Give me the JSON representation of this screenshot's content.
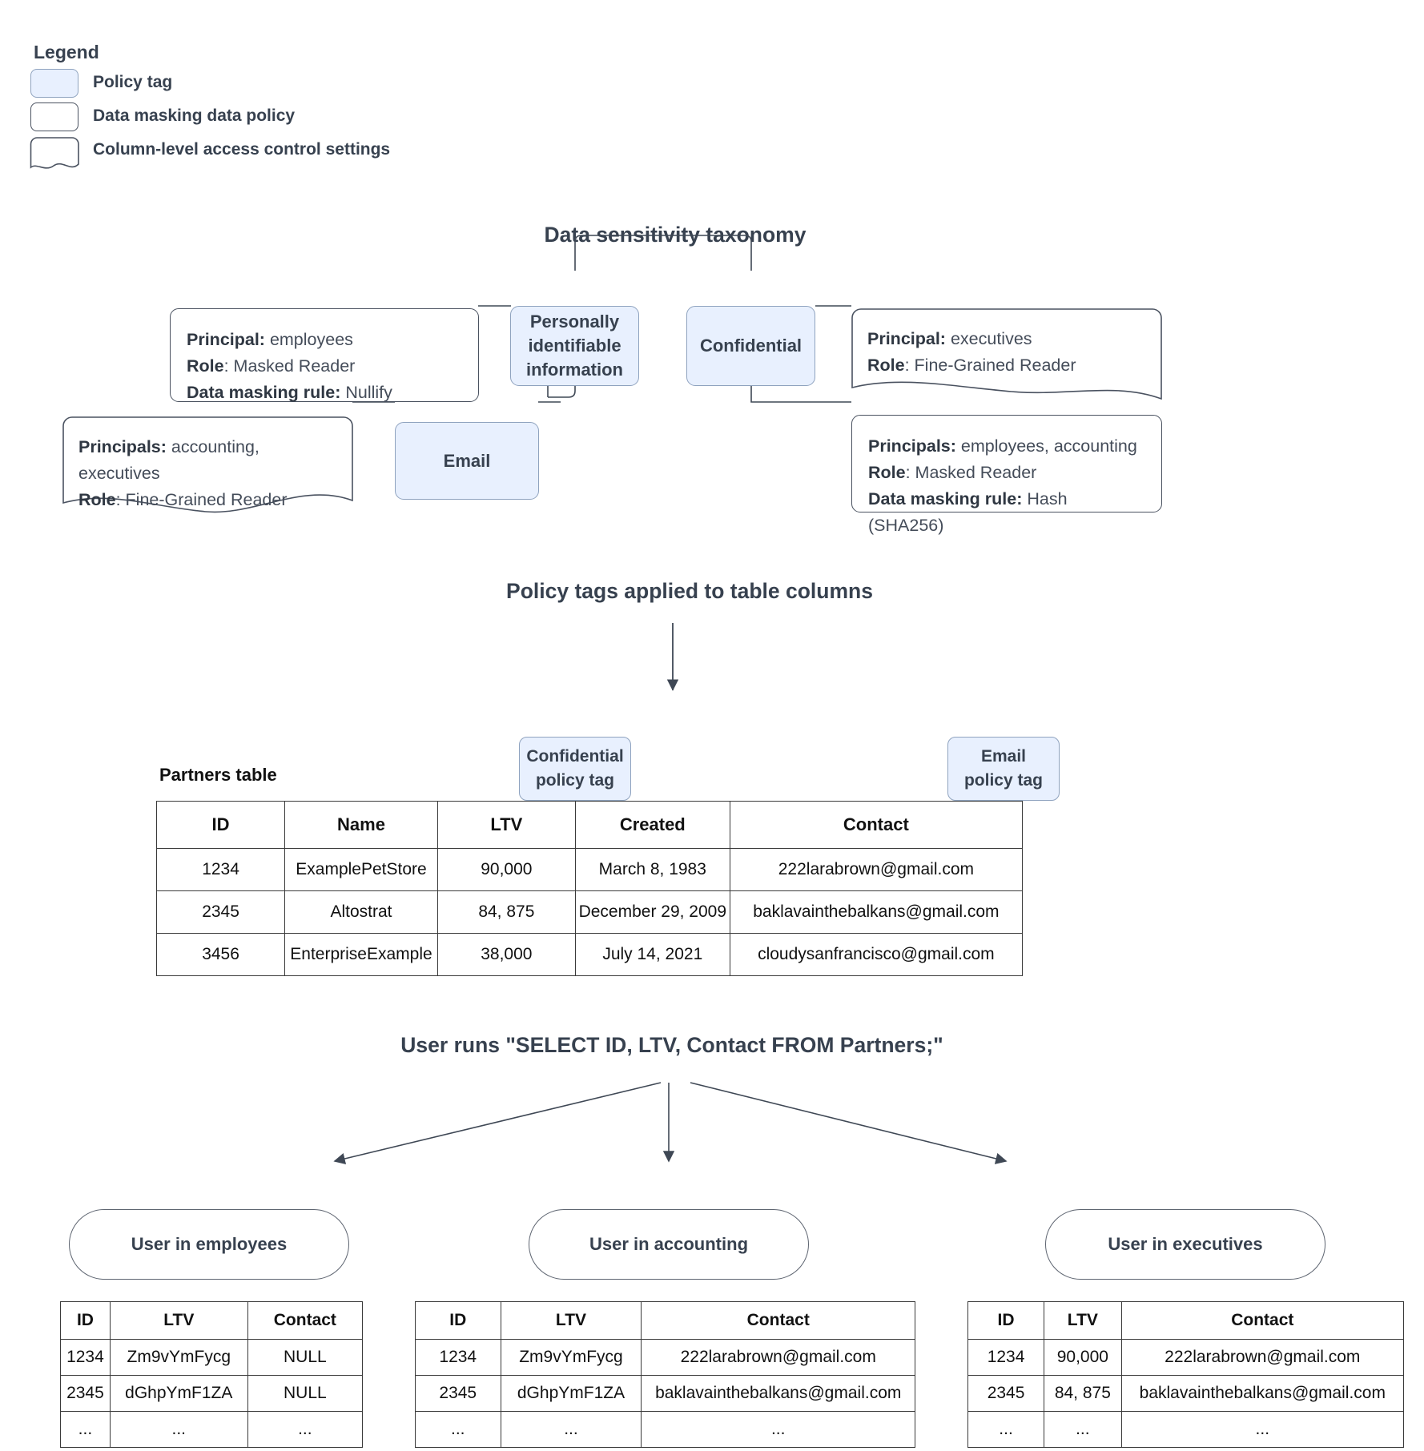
{
  "legend": {
    "title": "Legend",
    "items": [
      {
        "label": "Policy tag",
        "shape": "rounded-filled",
        "fill": "#e8f0fe"
      },
      {
        "label": "Data masking data policy",
        "shape": "rounded-outline",
        "fill": "#ffffff"
      },
      {
        "label": "Column-level access control settings",
        "shape": "wavy-bottom",
        "fill": "#ffffff"
      }
    ]
  },
  "taxonomy": {
    "title": "Data sensitivity taxonomy",
    "tags": {
      "pii": "Personally identifiable information",
      "confidential": "Confidential",
      "email": "Email"
    },
    "policies": {
      "pii_masking": {
        "principal_label": "Principal:",
        "principal_value": " employees",
        "role_label": "Role",
        "role_value": ": Masked Reader",
        "rule_label": "Data masking rule:",
        "rule_value": " Nullify"
      },
      "email_access": {
        "principal_label": "Principals:",
        "principal_value": " accounting, executives",
        "role_label": "Role",
        "role_value": ": Fine-Grained Reader"
      },
      "confidential_access": {
        "principal_label": "Principal:",
        "principal_value": " executives",
        "role_label": "Role",
        "role_value": ": Fine-Grained Reader"
      },
      "confidential_masking": {
        "principal_label": "Principals:",
        "principal_value": " employees, accounting",
        "role_label": "Role",
        "role_value": ": Masked Reader",
        "rule_label": "Data masking rule:",
        "rule_value": " Hash (SHA256)"
      }
    }
  },
  "applied": {
    "title": "Policy tags applied to table columns",
    "partners_label": "Partners table",
    "callouts": {
      "confidential": "Confidential\npolicy tag",
      "confidential_line1": "Confidential",
      "confidential_line2": "policy tag",
      "email_line1": "Email",
      "email_line2": "policy tag"
    },
    "table": {
      "columns": [
        "ID",
        "Name",
        "LTV",
        "Created",
        "Contact"
      ],
      "rows": [
        [
          "1234",
          "ExamplePetStore",
          "90,000",
          "March 8, 1983",
          "222larabrown@gmail.com"
        ],
        [
          "2345",
          "Altostrat",
          "84, 875",
          "December 29, 2009",
          "baklavainthebalkans@gmail.com"
        ],
        [
          "3456",
          "EnterpriseExample",
          "38,000",
          "July 14, 2021",
          "cloudysanfrancisco@gmail.com"
        ]
      ]
    }
  },
  "query": {
    "title": "User runs \"SELECT ID, LTV, Contact FROM Partners;\""
  },
  "results": [
    {
      "persona": "User in employees",
      "columns": [
        "ID",
        "LTV",
        "Contact"
      ],
      "rows": [
        [
          "1234",
          "Zm9vYmFycg",
          "NULL"
        ],
        [
          "2345",
          "dGhpYmF1ZA",
          "NULL"
        ],
        [
          "...",
          "...",
          "..."
        ]
      ]
    },
    {
      "persona": "User in accounting",
      "columns": [
        "ID",
        "LTV",
        "Contact"
      ],
      "rows": [
        [
          "1234",
          "Zm9vYmFycg",
          "222larabrown@gmail.com"
        ],
        [
          "2345",
          "dGhpYmF1ZA",
          "baklavainthebalkans@gmail.com"
        ],
        [
          "...",
          "...",
          "..."
        ]
      ]
    },
    {
      "persona": "User in executives",
      "columns": [
        "ID",
        "LTV",
        "Contact"
      ],
      "rows": [
        [
          "1234",
          "90,000",
          "222larabrown@gmail.com"
        ],
        [
          "2345",
          "84, 875",
          "baklavainthebalkans@gmail.com"
        ],
        [
          "...",
          "...",
          "..."
        ]
      ]
    }
  ],
  "colors": {
    "tag_fill": "#e8f0fe",
    "tag_border": "#8fa3bf",
    "box_border": "#4a5260",
    "text": "#37414f",
    "line": "#3f4855"
  }
}
